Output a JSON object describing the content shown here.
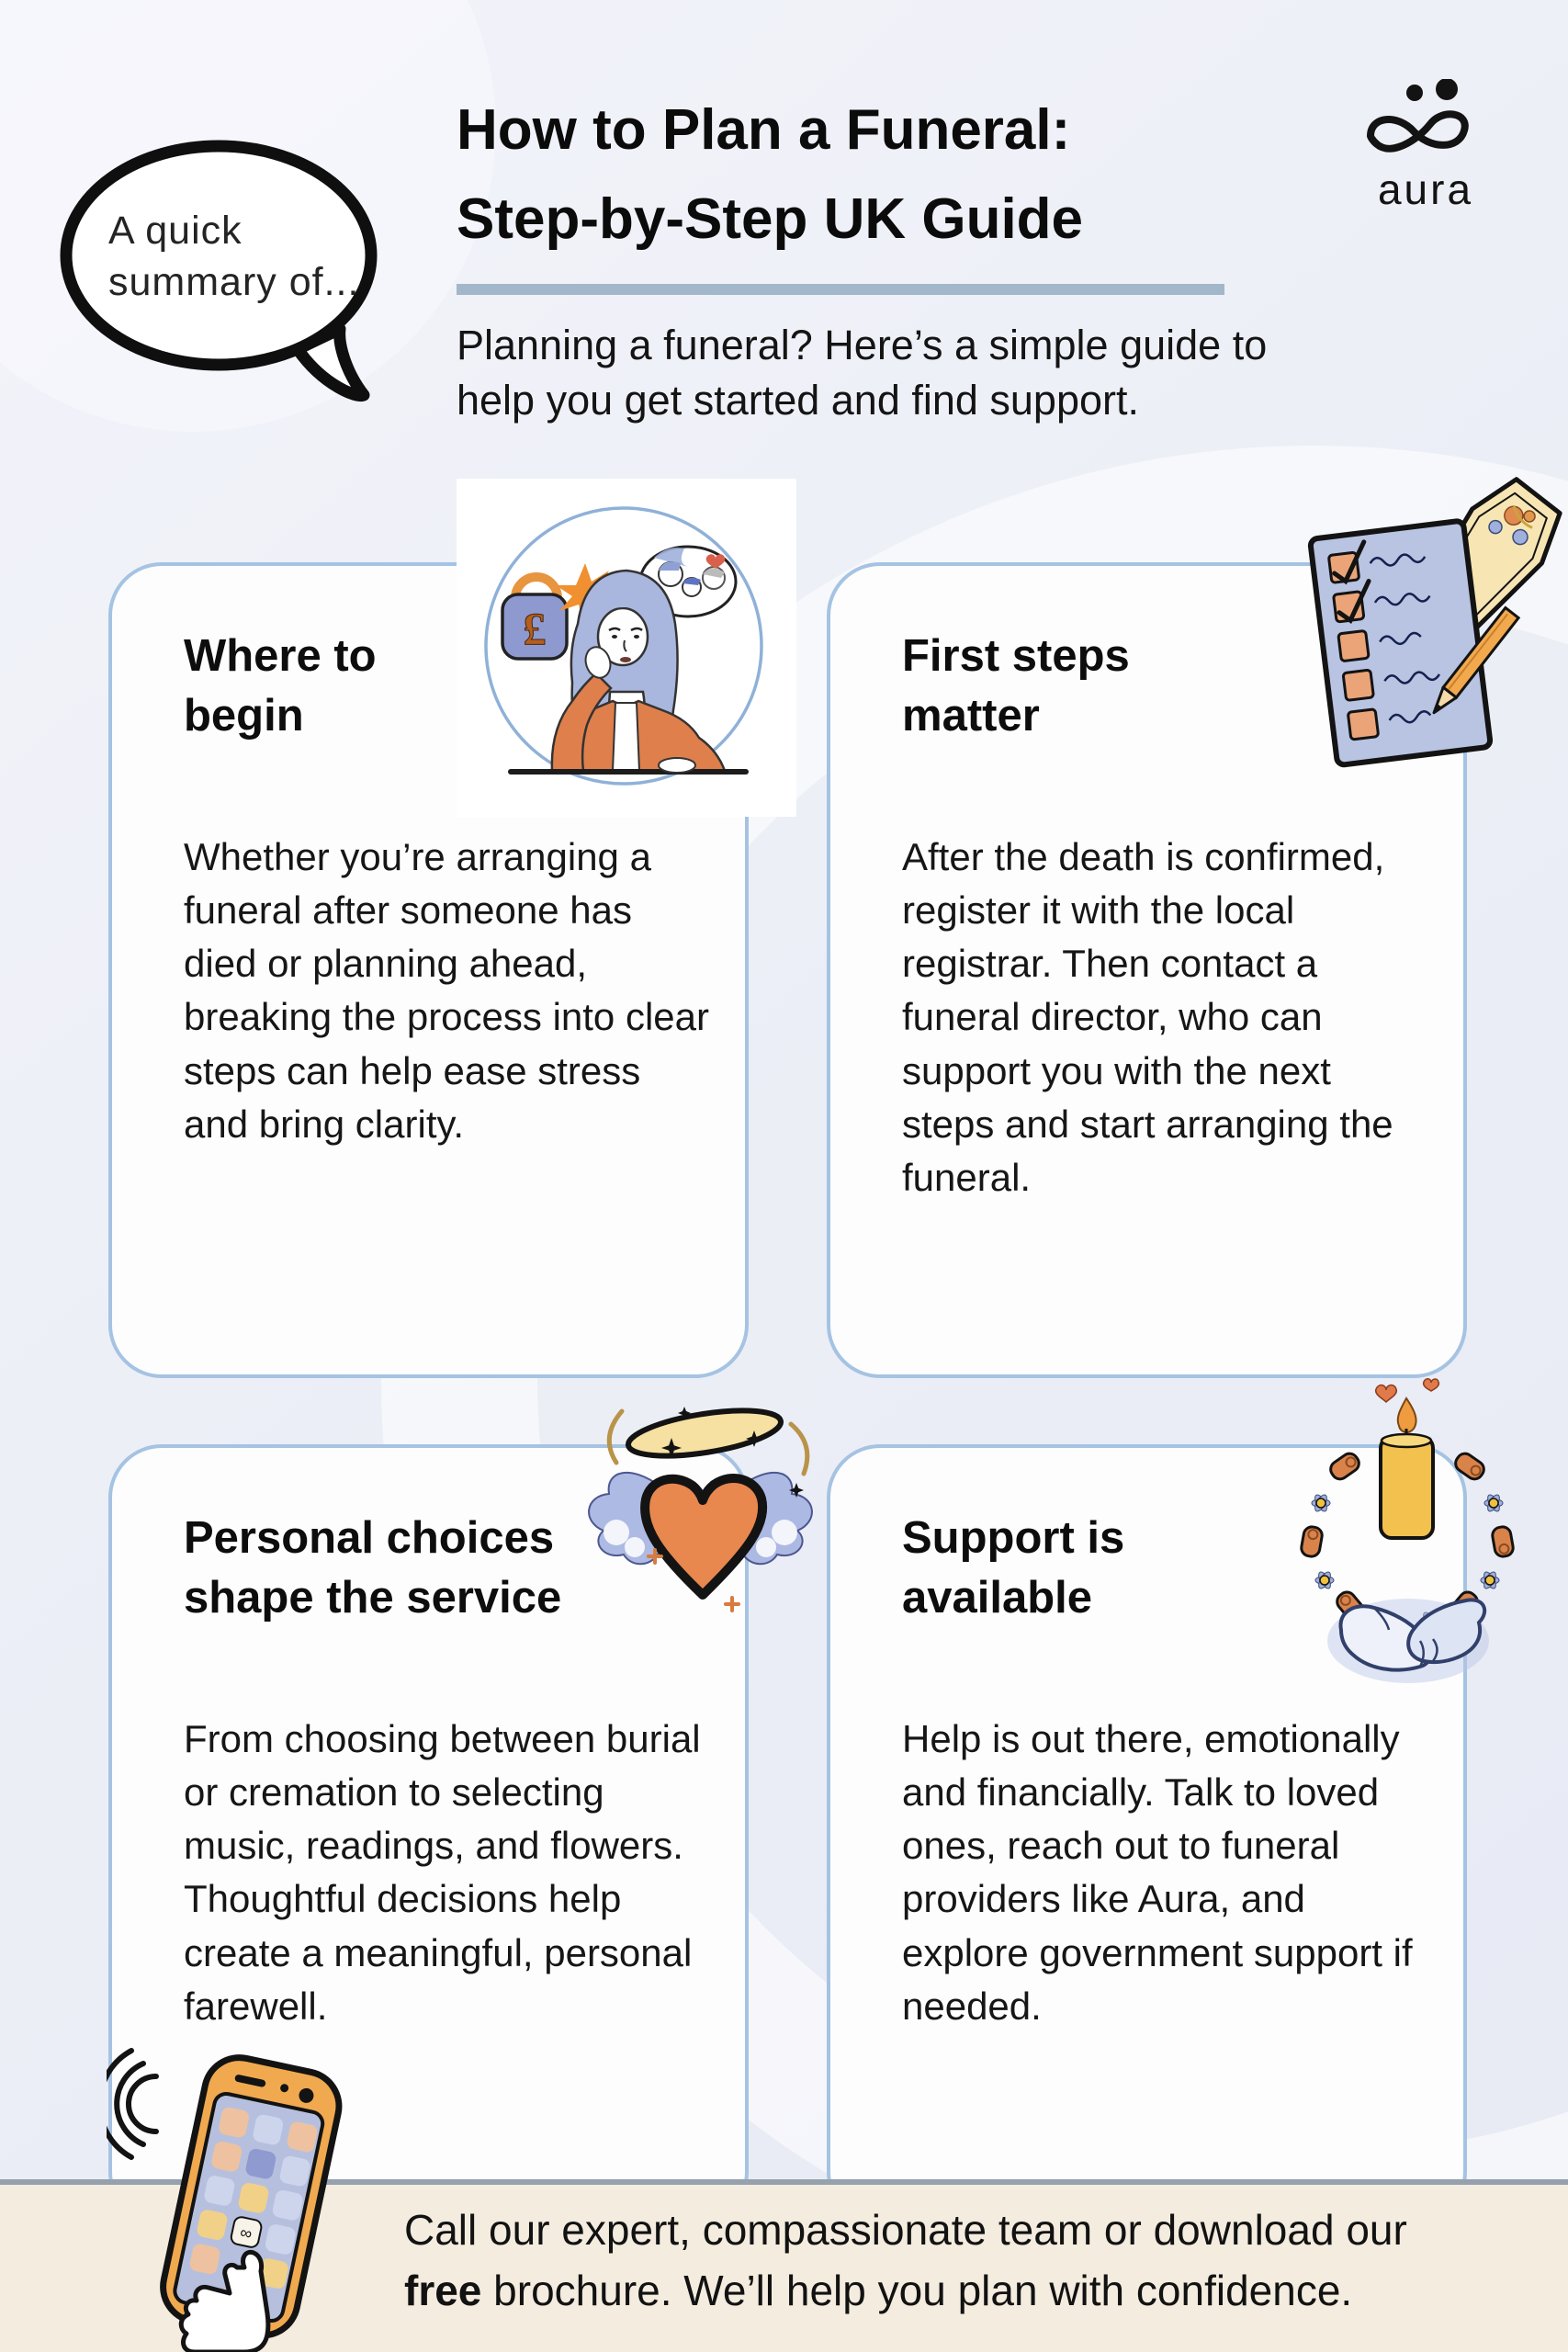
{
  "bubble": {
    "line1": "A quick",
    "line2": "summary of..."
  },
  "header": {
    "title_line1": "How to Plan a Funeral:",
    "title_line2": "Step-by-Step UK Guide",
    "subtitle_line1": "Planning a funeral? Here’s a simple guide to",
    "subtitle_line2": "help you get started and find support.",
    "logo_wordmark": "aura"
  },
  "cards": [
    {
      "title_line1": "Where to",
      "title_line2": "begin",
      "body": "Whether you’re arranging a funeral after someone has died or planning ahead, breaking the process into clear steps can help ease stress and bring clarity.",
      "illustration": "woman-thinking-pound-lock-illustration"
    },
    {
      "title_line1": "First steps",
      "title_line2": "matter",
      "body": "After the death is confirmed, register it with the local registrar. Then contact a funeral director, who can support you with the next steps and start arranging the funeral.",
      "illustration": "checklist-coffin-pencil-illustration"
    },
    {
      "title_line1": "Personal choices",
      "title_line2": "shape the service",
      "body": "From choosing between burial or cremation to selecting music, readings, and flowers. Thoughtful decisions help create a meaningful, personal farewell.",
      "illustration": "winged-heart-halo-illustration"
    },
    {
      "title_line1": "Support is",
      "title_line2": "available",
      "body": "Help is out there, emotionally and financially. Talk to loved ones, reach out to funeral providers like Aura, and explore government support if needed.",
      "illustration": "candle-wreath-holding-hands-illustration"
    }
  ],
  "footer": {
    "line1": "Call our expert, compassionate team or download our",
    "bold_word": "free",
    "line2_rest": " brochure. We’ll help you plan with confidence."
  },
  "illustrations": {
    "speech_bubble": "speech-bubble-icon",
    "logo_symbol": "aura-infinity-logo-icon",
    "pound_symbol": "£",
    "card1": "woman-thinking-pound-lock-illustration",
    "card2": "checklist-coffin-pencil-illustration",
    "card3": "winged-heart-halo-illustration",
    "card4": "candle-wreath-holding-hands-illustration",
    "footer": "hand-tapping-phone-illustration"
  },
  "colors": {
    "background": "#edeff7",
    "card_background": "#fdfdfe",
    "card_border": "#a5c3e2",
    "title_underline": "#a3b7ca",
    "footer_background": "#f3ecdf",
    "footer_border": "#95a1ad",
    "text": "#121212",
    "accent_orange": "#e8884e",
    "accent_blue": "#8e99d0"
  }
}
